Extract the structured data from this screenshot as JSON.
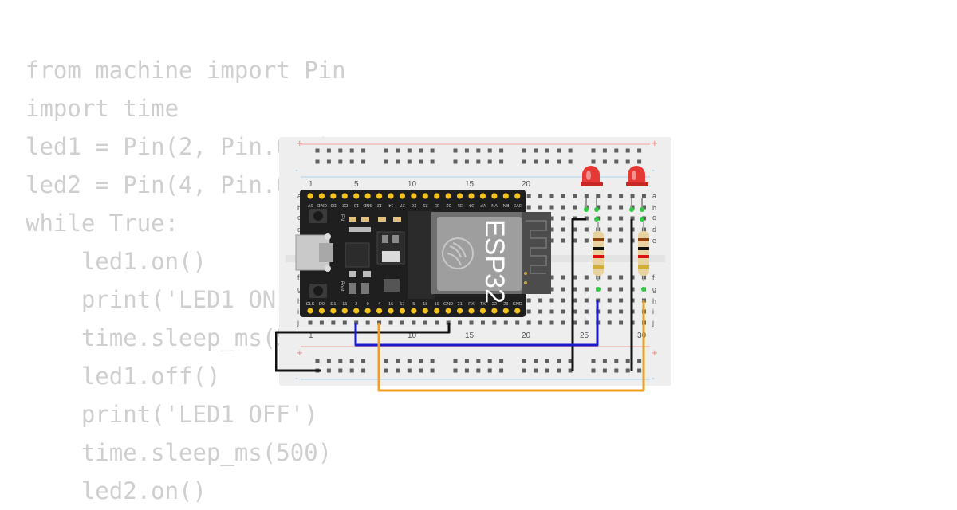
{
  "code_lines": [
    "from machine import Pin",
    "import time",
    "led1 = Pin(2, Pin.OUT)",
    "led2 = Pin(4, Pin.OUT)",
    "while True:",
    "    led1.on()",
    "    print('LED1 ON')",
    "    time.sleep_ms(500)",
    "    led1.off()",
    "    print('LED1 OFF')",
    "    time.sleep_ms(500)",
    "    led2.on()"
  ],
  "breadboard": {
    "column_numbers": [
      "1",
      "5",
      "10",
      "15",
      "20",
      "25",
      "30"
    ],
    "row_letters_top": [
      "a",
      "b",
      "c",
      "d",
      "e"
    ],
    "row_letters_bottom": [
      "f",
      "g",
      "h",
      "i",
      "j"
    ],
    "rail_plus": "+",
    "rail_minus": "-"
  },
  "board": {
    "module_label": "ESP32",
    "en_label": "EN",
    "boot_label": "Boot",
    "pin_labels_top": [
      "3V3",
      "EN",
      "VN",
      "VP",
      "34",
      "35",
      "32",
      "33",
      "25",
      "26",
      "27",
      "14",
      "12",
      "GND",
      "13",
      "D2",
      "D3",
      "CMD",
      "5V"
    ],
    "pin_labels_bottom": [
      "CLK",
      "D0",
      "D1",
      "15",
      "2",
      "0",
      "4",
      "16",
      "17",
      "5",
      "18",
      "19",
      "GND",
      "21",
      "RX",
      "TX",
      "22",
      "23",
      "GND"
    ]
  },
  "colors": {
    "wire_black": "#111111",
    "wire_blue": "#1a1acc",
    "wire_orange": "#f0a020",
    "led_red": "#e53935",
    "pin_yellow": "#f3c21c",
    "board_black": "#1f1f1f",
    "breadboard_bg": "#eeeeee"
  }
}
